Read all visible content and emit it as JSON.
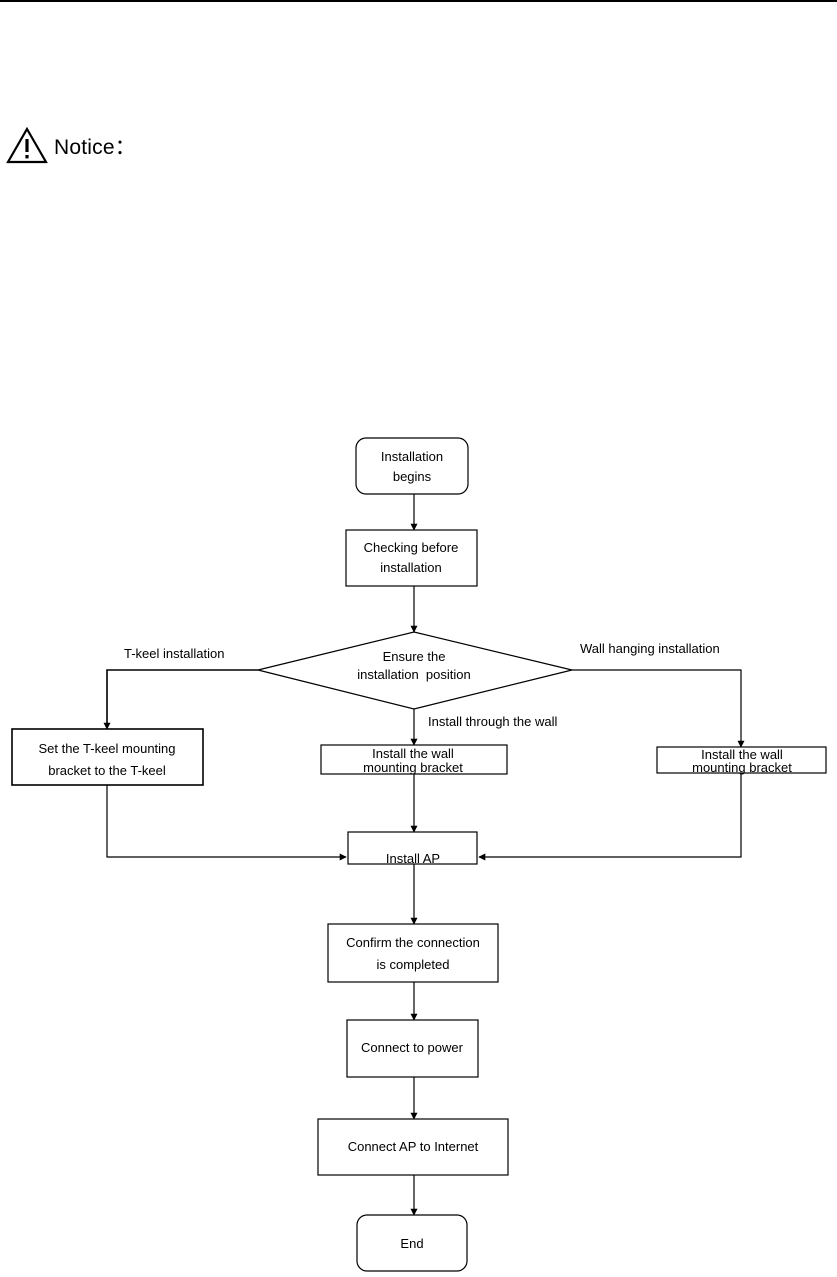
{
  "notice": {
    "label": "Notice：",
    "icon": "warning-triangle-icon"
  },
  "flowchart": {
    "start": [
      "Installation",
      "begins"
    ],
    "check": [
      "Checking before",
      "installation"
    ],
    "decision": [
      "Ensure the",
      "installation  position"
    ],
    "branches": {
      "left": "T-keel installation",
      "middle": "Install through the wall",
      "right": "Wall hanging installation"
    },
    "left_step": [
      "Set the T-keel mounting",
      "bracket to the T-keel"
    ],
    "middle_step": [
      "Install the wall",
      "mounting bracket"
    ],
    "right_step": [
      "Install the wall",
      "mounting bracket"
    ],
    "install_ap": "Install AP",
    "confirm": [
      "Confirm the connection",
      "is completed"
    ],
    "power": "Connect to power",
    "internet": "Connect AP to Internet",
    "end": "End"
  }
}
